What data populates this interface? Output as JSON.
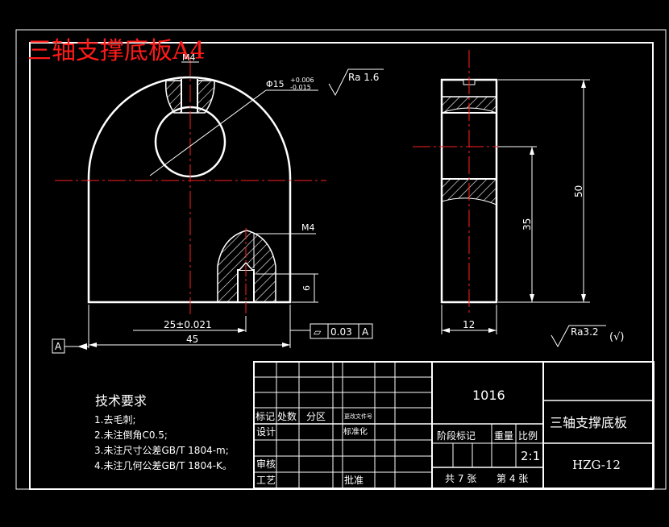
{
  "title_stamp": "三轴支撑底板A4",
  "colors": {
    "background": "#000000",
    "lines": "#ffffff",
    "centerline": "#ff2020",
    "dimension": "#ff2020",
    "hatch": "#ffffff",
    "stamp": "#ff1a1a"
  },
  "front_view": {
    "thread_top": "M4",
    "thread_bottom": "M4",
    "bore_dim": "Φ15",
    "bore_tol_upper": "+0.006",
    "bore_tol_lower": "-0.015",
    "roughness_bore": "Ra 1.6",
    "dim_hole_offset": "25±0.021",
    "dim_width": "45",
    "dim_hole_height": "6",
    "datum": "A",
    "flatness_symbol": "⏥",
    "flatness_value": "0.03",
    "flatness_datum": "A"
  },
  "side_view": {
    "dim_height": "50",
    "dim_center": "35",
    "dim_thickness": "12"
  },
  "roughness_general": "Ra3.2",
  "roughness_general_suffix": "(√)",
  "requirements": {
    "heading": "技术要求",
    "items": [
      "1.去毛刺;",
      "2.未注倒角C0.5;",
      "3.未注尺寸公差GB/T 1804-m;",
      "4.未注几何公差GB/T 1804-K。"
    ]
  },
  "title_block": {
    "drawing_no": "1016",
    "part_name": "三轴支撑底板",
    "code": "HZG-12",
    "row_labels": [
      "标记",
      "处数",
      "分区",
      "更改文件号"
    ],
    "design": "设计",
    "standardize": "标准化",
    "check": "审核",
    "process": "工艺",
    "approve": "批准",
    "stage_mark": "阶段标记",
    "weight": "重量",
    "ratio": "比例",
    "scale": "2:1",
    "sheets_total": "共 7 张",
    "sheet_no": "第 4 张"
  }
}
